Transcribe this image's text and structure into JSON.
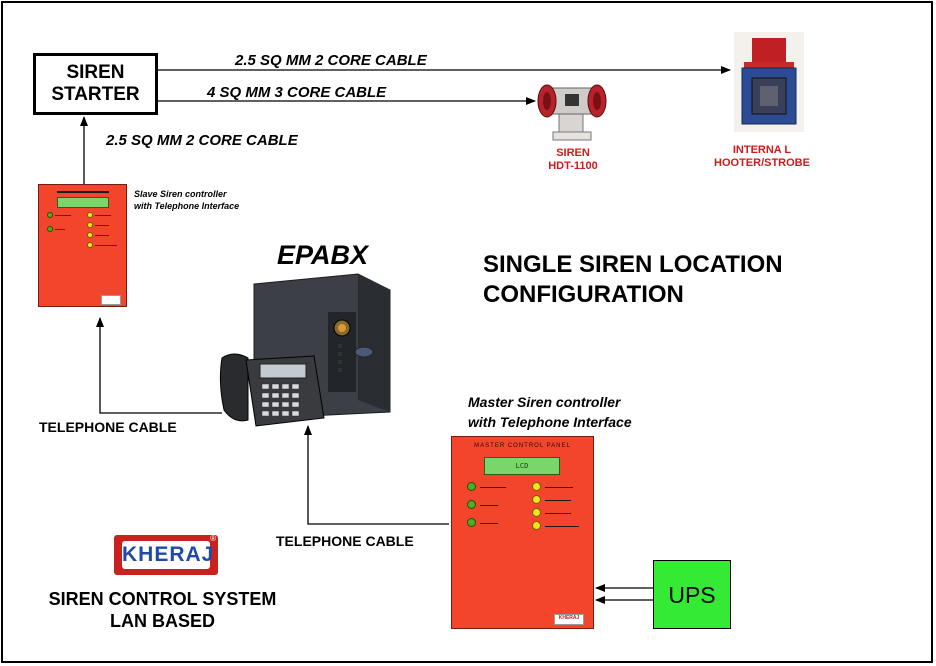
{
  "siren_starter": {
    "line1": "SIREN",
    "line2": "STARTER"
  },
  "cables": {
    "top": "2.5 SQ MM 2 CORE CABLE",
    "middle": "4 SQ MM 3 CORE CABLE",
    "lower": "2.5 SQ MM 2 CORE CABLE",
    "telephone_left": "TELEPHONE CABLE",
    "telephone_bottom": "TELEPHONE CABLE"
  },
  "siren_device": {
    "line1": "SIREN",
    "line2": "HDT-1100"
  },
  "hooter_device": {
    "line1": "INTERNA L",
    "line2": "HOOTER/STROBE"
  },
  "slave_controller": {
    "line1": "Slave Siren controller",
    "line2": "with Telephone Interface"
  },
  "epabx": {
    "title": "EPABX"
  },
  "configuration": {
    "line1": "SINGLE SIREN LOCATION",
    "line2": "CONFIGURATION"
  },
  "master_controller": {
    "line1": "Master Siren controller",
    "line2": "with Telephone Interface",
    "panel_header": "MASTER CONTROL PANEL",
    "lcd": "LCD",
    "badge": "KHERAJ"
  },
  "ups": {
    "label": "UPS"
  },
  "brand": {
    "name": "KHERAJ",
    "mark": "®"
  },
  "system": {
    "line1": "SIREN CONTROL SYSTEM",
    "line2": "LAN BASED"
  },
  "colors": {
    "panel_red": "#f2452c",
    "lcd_green": "#7ad66a",
    "ups_green": "#35ea35",
    "caption_red": "#d21a1a",
    "brand_blue": "#1f4aa8"
  }
}
